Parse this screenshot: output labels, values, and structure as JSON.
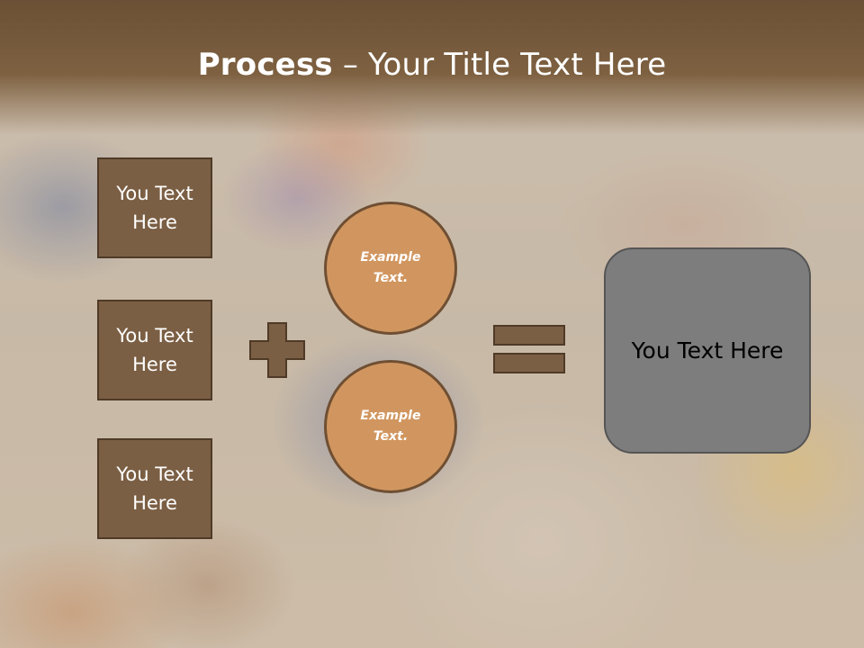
{
  "title": {
    "bold": "Process",
    "rest": " – Your Title Text Here"
  },
  "left_boxes": [
    {
      "label": "You Text Here"
    },
    {
      "label": "You Text Here"
    },
    {
      "label": "You Text Here"
    }
  ],
  "operator_plus_icon": "plus-icon",
  "circles": [
    {
      "label": "Example Text."
    },
    {
      "label": "Example Text."
    }
  ],
  "operator_equals_icon": "equals-icon",
  "result_box": {
    "label": "You Text Here"
  },
  "colors": {
    "box_fill": "#7b5f44",
    "circle_fill": "#d1965f",
    "result_fill": "#7d7d7d",
    "title_bar": "#6b5035"
  }
}
